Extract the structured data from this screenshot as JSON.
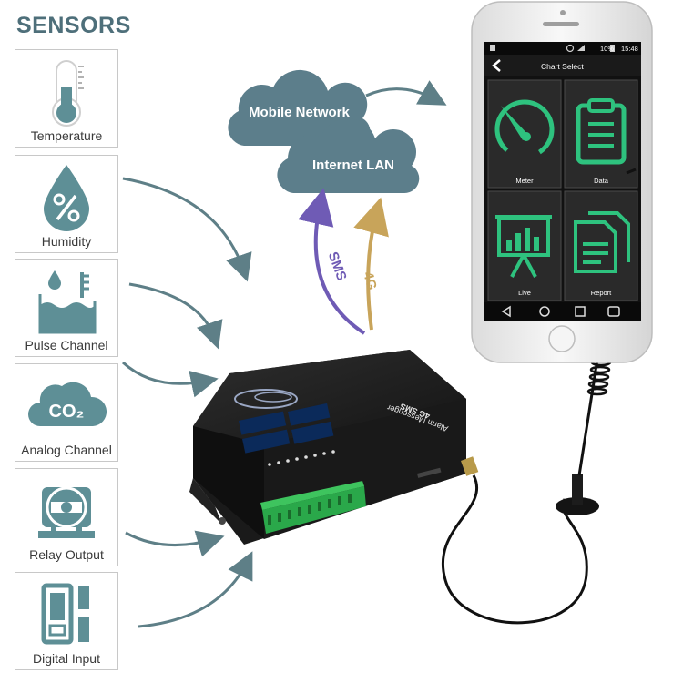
{
  "header": {
    "title": "SENSORS"
  },
  "sensors": [
    {
      "label": "Temperature",
      "icon": "thermometer-icon"
    },
    {
      "label": "Humidity",
      "icon": "humidity-drop-icon"
    },
    {
      "label": "Pulse Channel",
      "icon": "water-level-icon"
    },
    {
      "label": "Analog Channel",
      "icon": "co2-cloud-icon"
    },
    {
      "label": "Relay Output",
      "icon": "relay-coil-icon"
    },
    {
      "label": "Digital Input",
      "icon": "digital-switch-icon"
    }
  ],
  "network": {
    "mobile": "Mobile Network",
    "internet": "Internet LAN",
    "sms": "SMS",
    "lte": "4G"
  },
  "phone": {
    "status_battery": "10%",
    "status_time": "15:48",
    "screen_title": "Chart Select",
    "tiles": [
      {
        "label": "Meter",
        "icon": "gauge-icon"
      },
      {
        "label": "Data",
        "icon": "clipboard-icon"
      },
      {
        "label": "Live",
        "icon": "presentation-chart-icon"
      },
      {
        "label": "Report",
        "icon": "report-pages-icon"
      }
    ]
  },
  "device": {
    "line1": "4G SMS",
    "line2": "Alarm Messenger"
  },
  "colors": {
    "sensor_icon": "#5e8f96",
    "cloud": "#5c7e8b",
    "sms_arrow": "#6f5bb5",
    "lte_arrow": "#c8a45a",
    "phone_accent": "#2ec27e",
    "flow_arrow": "#5e7f87"
  }
}
